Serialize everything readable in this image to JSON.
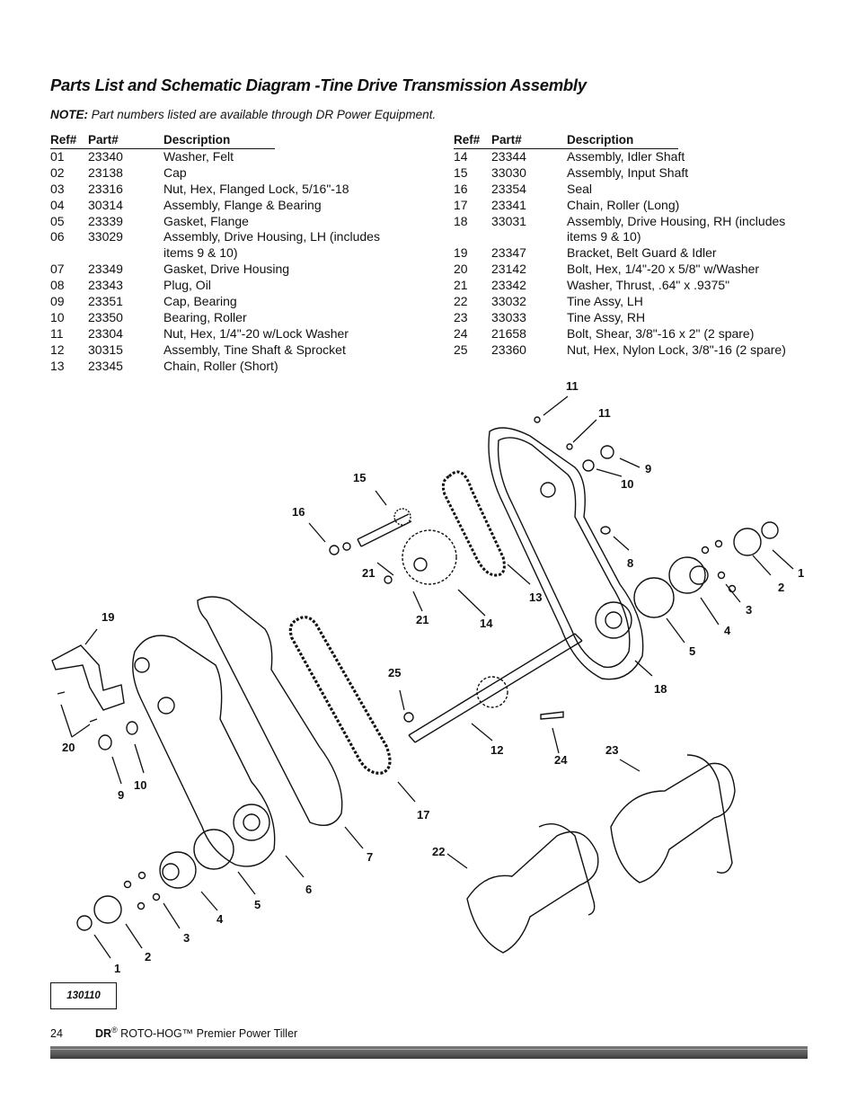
{
  "title": "Parts List and Schematic Diagram -Tine Drive Transmission Assembly",
  "note": {
    "label": "NOTE:",
    "text": " Part numbers listed are available through DR Power Equipment."
  },
  "headers": {
    "ref": "Ref#",
    "part": "Part#",
    "desc": "Description"
  },
  "parts_left": [
    {
      "ref": "01",
      "part": "23340",
      "desc": "Washer, Felt"
    },
    {
      "ref": "02",
      "part": "23138",
      "desc": "Cap"
    },
    {
      "ref": "03",
      "part": "23316",
      "desc": "Nut, Hex, Flanged Lock, 5/16\"-18"
    },
    {
      "ref": "04",
      "part": "30314",
      "desc": "Assembly, Flange & Bearing"
    },
    {
      "ref": "05",
      "part": "23339",
      "desc": "Gasket, Flange"
    },
    {
      "ref": "06",
      "part": "33029",
      "desc": "Assembly, Drive Housing, LH (includes",
      "desc2": "items 9 & 10)"
    },
    {
      "ref": "07",
      "part": "23349",
      "desc": "Gasket, Drive Housing"
    },
    {
      "ref": "08",
      "part": "23343",
      "desc": "Plug, Oil"
    },
    {
      "ref": "09",
      "part": "23351",
      "desc": "Cap, Bearing"
    },
    {
      "ref": "10",
      "part": "23350",
      "desc": "Bearing, Roller"
    },
    {
      "ref": "11",
      "part": "23304",
      "desc": "Nut, Hex, 1/4\"-20 w/Lock Washer"
    },
    {
      "ref": "12",
      "part": "30315",
      "desc": "Assembly, Tine Shaft & Sprocket"
    },
    {
      "ref": "13",
      "part": "23345",
      "desc": "Chain, Roller (Short)"
    }
  ],
  "parts_right": [
    {
      "ref": "14",
      "part": "23344",
      "desc": "Assembly, Idler Shaft"
    },
    {
      "ref": "15",
      "part": "33030",
      "desc": "Assembly, Input Shaft"
    },
    {
      "ref": "16",
      "part": "23354",
      "desc": "Seal"
    },
    {
      "ref": "17",
      "part": "23341",
      "desc": "Chain, Roller (Long)"
    },
    {
      "ref": "18",
      "part": "33031",
      "desc": "Assembly, Drive Housing, RH (includes",
      "desc2": "items 9 & 10)"
    },
    {
      "ref": "19",
      "part": "23347",
      "desc": "Bracket, Belt Guard & Idler"
    },
    {
      "ref": "20",
      "part": "23142",
      "desc": "Bolt, Hex, 1/4\"-20 x 5/8\" w/Washer"
    },
    {
      "ref": "21",
      "part": "23342",
      "desc": "Washer, Thrust, .64\" x .9375\""
    },
    {
      "ref": "22",
      "part": "33032",
      "desc": "Tine Assy, LH"
    },
    {
      "ref": "23",
      "part": "33033",
      "desc": "Tine Assy, RH"
    },
    {
      "ref": "24",
      "part": "21658",
      "desc": "Bolt, Shear, 3/8\"-16 x 2\" (2 spare)"
    },
    {
      "ref": "25",
      "part": "23360",
      "desc": "Nut, Hex, Nylon Lock, 3/8\"-16 (2 spare)"
    }
  ],
  "callouts": {
    "c11a": "11",
    "c11b": "11",
    "c9a": "9",
    "c10a": "10",
    "c15": "15",
    "c16": "16",
    "c8": "8",
    "c1a": "1",
    "c2a": "2",
    "c3a": "3",
    "c4a": "4",
    "c5a": "5",
    "c21a": "21",
    "c21b": "21",
    "c13": "13",
    "c14": "14",
    "c19": "19",
    "c18": "18",
    "c25": "25",
    "c20": "20",
    "c12": "12",
    "c24": "24",
    "c23": "23",
    "c9b": "9",
    "c10b": "10",
    "c17": "17",
    "c7": "7",
    "c22": "22",
    "c6": "6",
    "c5b": "5",
    "c4b": "4",
    "c3b": "3",
    "c2b": "2",
    "c1b": "1"
  },
  "figure_id": "130110",
  "footer": {
    "page": "24",
    "brand": "DR",
    "reg": "®",
    "product": " ROTO-HOG™ Premier Power Tiller"
  }
}
